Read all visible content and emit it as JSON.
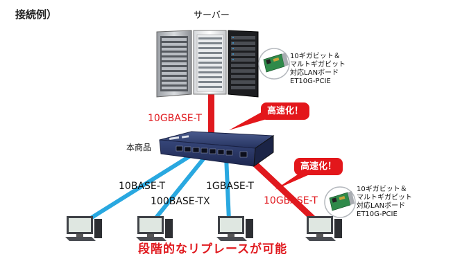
{
  "title": "接続例）",
  "server_label": "サーバー",
  "product_label": "本商品",
  "callouts": {
    "top": "高速化！",
    "right": "高速化！"
  },
  "links": {
    "server_link": "10GBASE-T",
    "pc1": "10BASE-T",
    "pc2": "100BASE-TX",
    "pc3": "1GBASE-T",
    "pc4": "10GBASE-T"
  },
  "nic_top": {
    "line1": "10ギガビット＆",
    "line2": "マルトギガビット",
    "line3": "対応LANボード",
    "line4": "ET10G-PCIE"
  },
  "nic_right": {
    "line1": "10ギガビット＆",
    "line2": "マルトギガビット",
    "line3": "対応LANボード",
    "line4": "ET10G-PCIE"
  },
  "bottom_text": "段階的なリプレースが可能",
  "colors": {
    "red": "#e0191e",
    "blue_link": "#29a8e0",
    "switch_body": "#2e3f73"
  }
}
